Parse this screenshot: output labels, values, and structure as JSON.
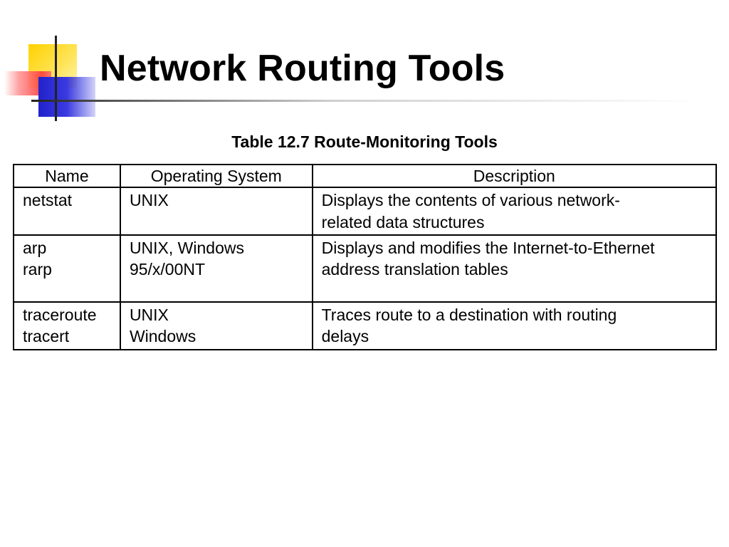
{
  "slide": {
    "title": "Network Routing Tools",
    "logo_icon": "color-blocks-logo-icon"
  },
  "table": {
    "caption": "Table 12.7 Route-Monitoring Tools",
    "headers": {
      "name": "Name",
      "os": "Operating System",
      "description": "Description"
    },
    "rows": [
      {
        "name": [
          "netstat"
        ],
        "os": [
          "UNIX"
        ],
        "description": [
          "Displays the contents of various network-",
          "related data structures"
        ]
      },
      {
        "name": [
          "arp",
          "rarp"
        ],
        "os": [
          "UNIX, Windows",
          "95/x/00NT"
        ],
        "description": [
          "Displays and modifies the Internet-to-Ethernet",
          "address translation tables"
        ]
      },
      {
        "name": [
          "traceroute",
          "tracert"
        ],
        "os": [
          "UNIX",
          "Windows"
        ],
        "description": [
          "Traces route to a destination with routing",
          "delays"
        ]
      }
    ]
  },
  "colors": {
    "logo_yellow": "#ffd200",
    "logo_red": "#ff3b3b",
    "logo_blue": "#2222cc",
    "text": "#000000",
    "background": "#ffffff"
  }
}
